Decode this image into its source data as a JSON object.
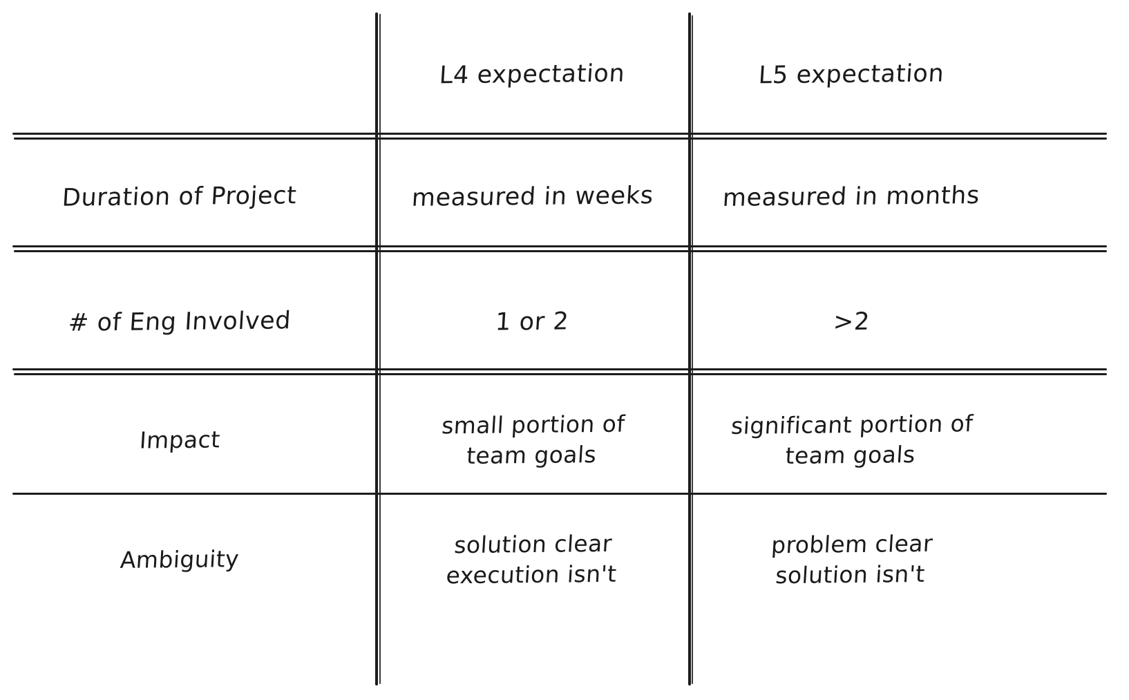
{
  "table": {
    "columns": [
      {
        "key": "criterion",
        "header": ""
      },
      {
        "key": "l4",
        "header": "L4 expectation"
      },
      {
        "key": "l5",
        "header": "L5 expectation"
      }
    ],
    "rows": [
      {
        "label": "Duration of Project",
        "l4": "measured in weeks",
        "l5": "measured in months"
      },
      {
        "label": "# of Eng Involved",
        "l4": "1 or 2",
        "l5": ">2"
      },
      {
        "label": "Impact",
        "l4": "small portion of\nteam goals",
        "l5": "significant portion of\nteam goals"
      },
      {
        "label": "Ambiguity",
        "l4": "solution clear\nexecution isn't",
        "l5": "problem clear\nsolution isn't"
      }
    ]
  },
  "style": {
    "ink_color": "#1c1c1c",
    "background_color": "#ffffff",
    "text_color": "#1a1a1a"
  }
}
